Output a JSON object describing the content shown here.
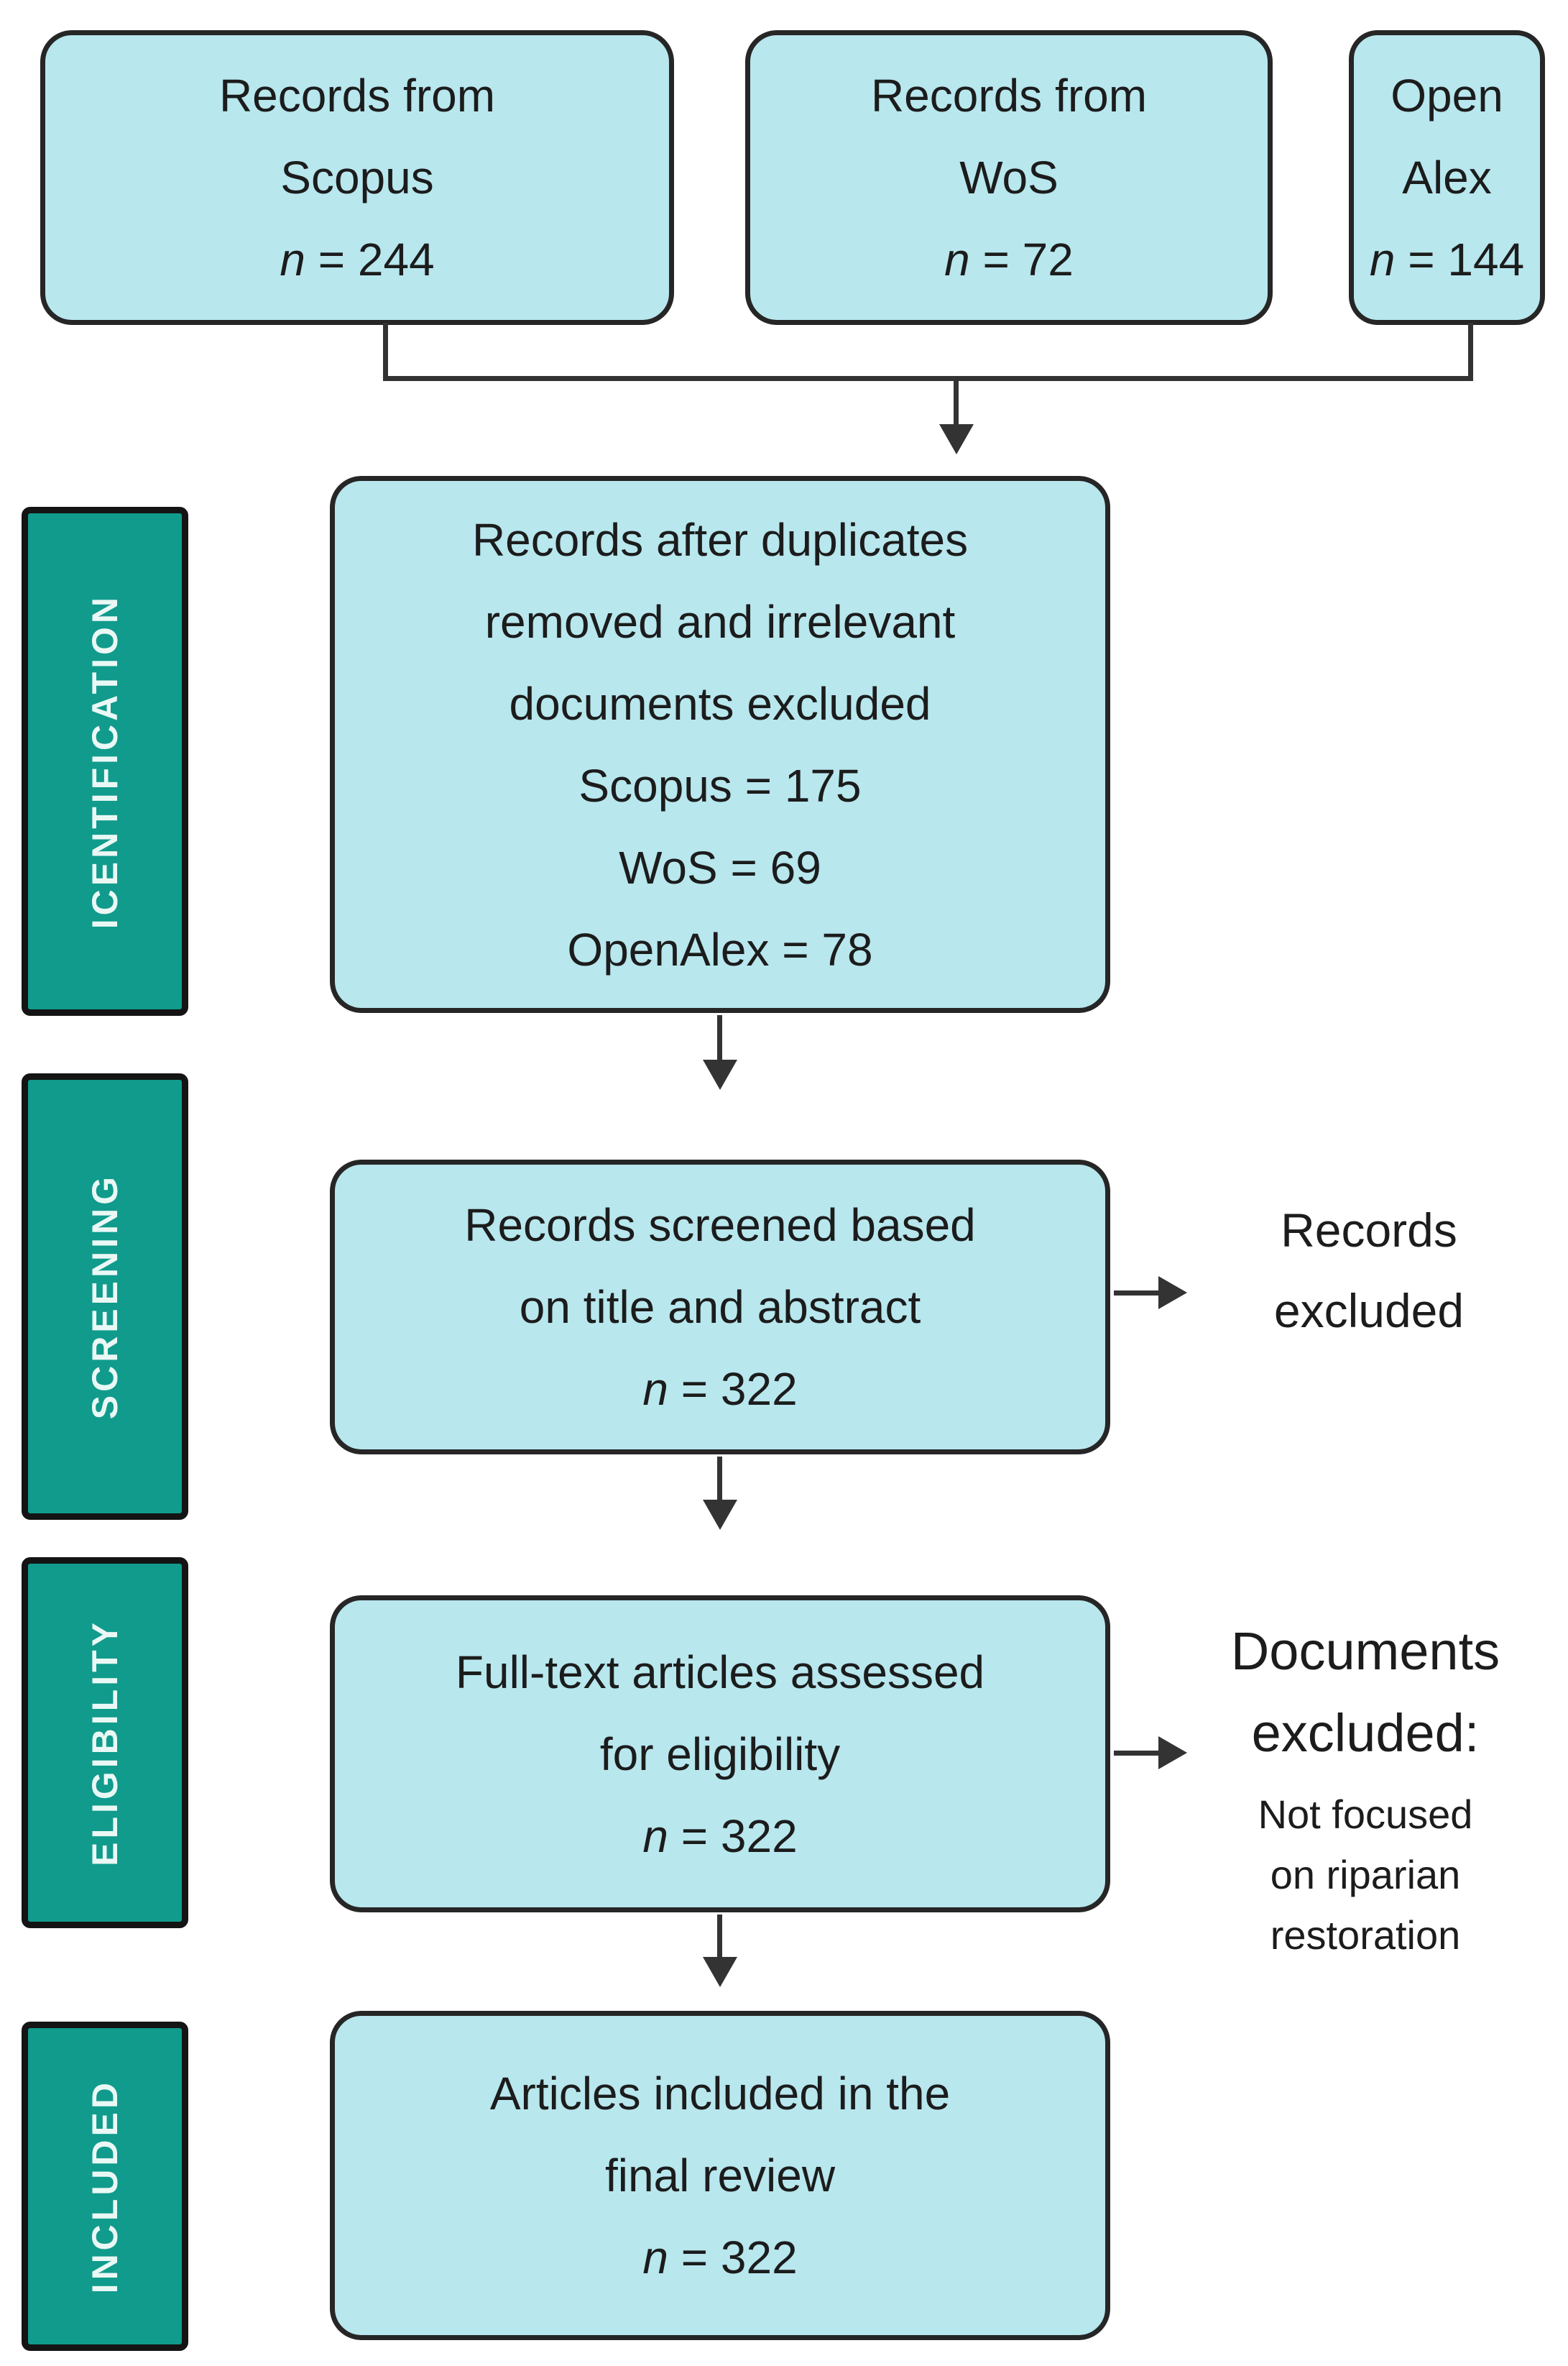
{
  "palette": {
    "stage_fill": "#109b8c",
    "box_fill": "#b8e7ee",
    "box_border": "#262626",
    "connector": "#333333",
    "stage_text": "#eaf8f5",
    "box_text": "#1c1c1c"
  },
  "stages": [
    {
      "label": "ICENTIFICATION"
    },
    {
      "label": "SCREENING"
    },
    {
      "label": "ELIGIBILITY"
    },
    {
      "label": "INCLUDED"
    }
  ],
  "sources": [
    {
      "line1": "Records from",
      "line2": "Scopus",
      "n_prefix": "n",
      "n_value": "= 244"
    },
    {
      "line1": "Records from",
      "line2": "WoS",
      "n_prefix": "n",
      "n_value": "= 72"
    },
    {
      "line1": "Open",
      "line2": "Alex",
      "n_prefix": "n",
      "n_value": "= 144"
    }
  ],
  "identification_box": {
    "line1": "Records after duplicates",
    "line2": "removed and irrelevant",
    "line3": "documents excluded",
    "line4": "Scopus = 175",
    "line5": "WoS = 69",
    "line6": "OpenAlex = 78"
  },
  "screening_box": {
    "line1": "Records screened based",
    "line2": "on title and abstract",
    "n_prefix": "n",
    "n_value": "= 322"
  },
  "eligibility_box": {
    "line1": "Full-text articles assessed",
    "line2": "for eligibility",
    "n_prefix": "n",
    "n_value": "= 322"
  },
  "included_box": {
    "line1": "Articles included in the",
    "line2": "final review",
    "n_prefix": "n",
    "n_value": "= 322"
  },
  "screening_exclusion": {
    "line1": "Records",
    "line2": "excluded"
  },
  "eligibility_exclusion": {
    "heading1": "Documents",
    "heading2": "excluded:",
    "reason1": "Not focused",
    "reason2": "on riparian",
    "reason3": "restoration"
  }
}
